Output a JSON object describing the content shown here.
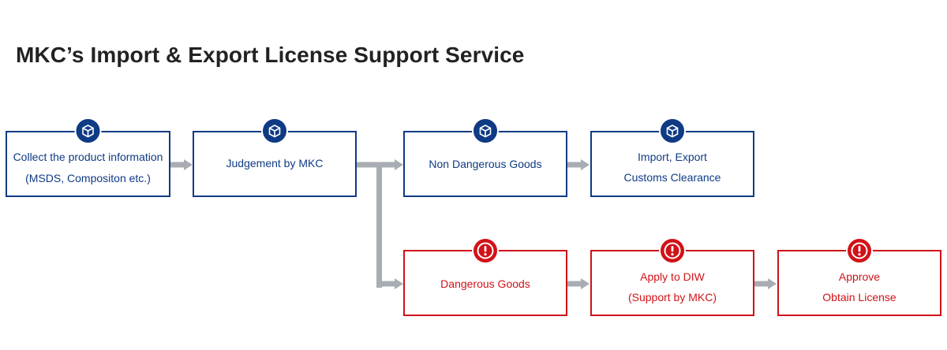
{
  "title": "MKC’s Import & Export License Support Service",
  "colors": {
    "blue": "#0f3a84",
    "red": "#d11218",
    "arrow": "#a8adb4",
    "title": "#222222"
  },
  "steps": {
    "collect": {
      "line1": "Collect the product information",
      "line2": "(MSDS, Compositon etc.)",
      "icon": "box-icon"
    },
    "judgement": {
      "line1": "Judgement by MKC",
      "icon": "box-icon"
    },
    "non_dangerous": {
      "line1": "Non Dangerous Goods",
      "icon": "box-icon"
    },
    "customs": {
      "line1": "Import, Export",
      "line2": "Customs Clearance",
      "icon": "box-icon"
    },
    "dangerous": {
      "line1": "Dangerous Goods",
      "icon": "exclamation-icon"
    },
    "apply_diw": {
      "line1": "Apply to DIW",
      "line2": "(Support by MKC)",
      "icon": "exclamation-icon"
    },
    "approve": {
      "line1": "Approve",
      "line2": "Obtain License",
      "icon": "exclamation-icon"
    }
  }
}
